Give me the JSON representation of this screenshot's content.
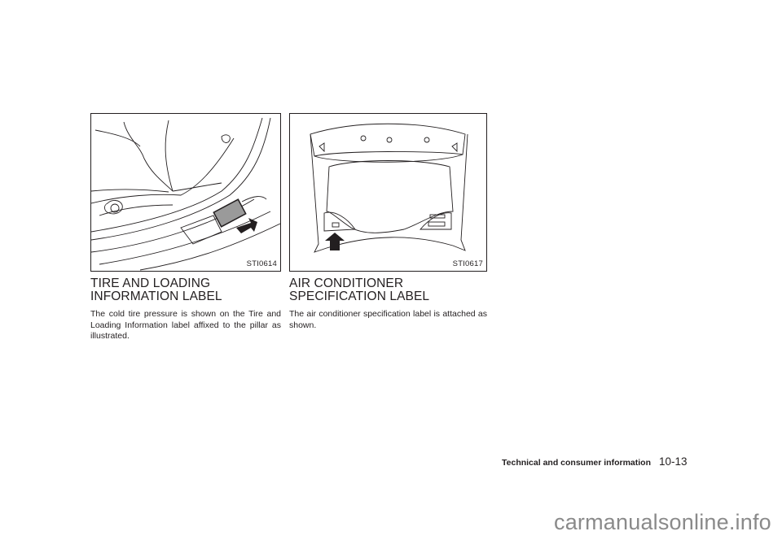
{
  "figures": [
    {
      "code": "STI0614",
      "description": "Line illustration of door pillar area with tire and loading information label highlighted and an arrow pointing to it",
      "icons": [
        "pointer-arrow-icon"
      ]
    },
    {
      "code": "STI0617",
      "description": "Line illustration of underside of hood with air conditioner specification label location indicated by an arrow",
      "icons": [
        "pointer-arrow-icon"
      ]
    }
  ],
  "sections": [
    {
      "heading": "TIRE AND LOADING INFORMATION LABEL",
      "body": "The cold tire pressure is shown on the Tire and Loading Information label affixed to the pillar as illustrated."
    },
    {
      "heading": "AIR CONDITIONER SPECIFICATION LABEL",
      "body": "The air conditioner specification label is attached as shown."
    }
  ],
  "footer": {
    "section_title": "Technical and consumer information",
    "page_number": "10-13"
  },
  "watermark": "carmanualsonline.info"
}
